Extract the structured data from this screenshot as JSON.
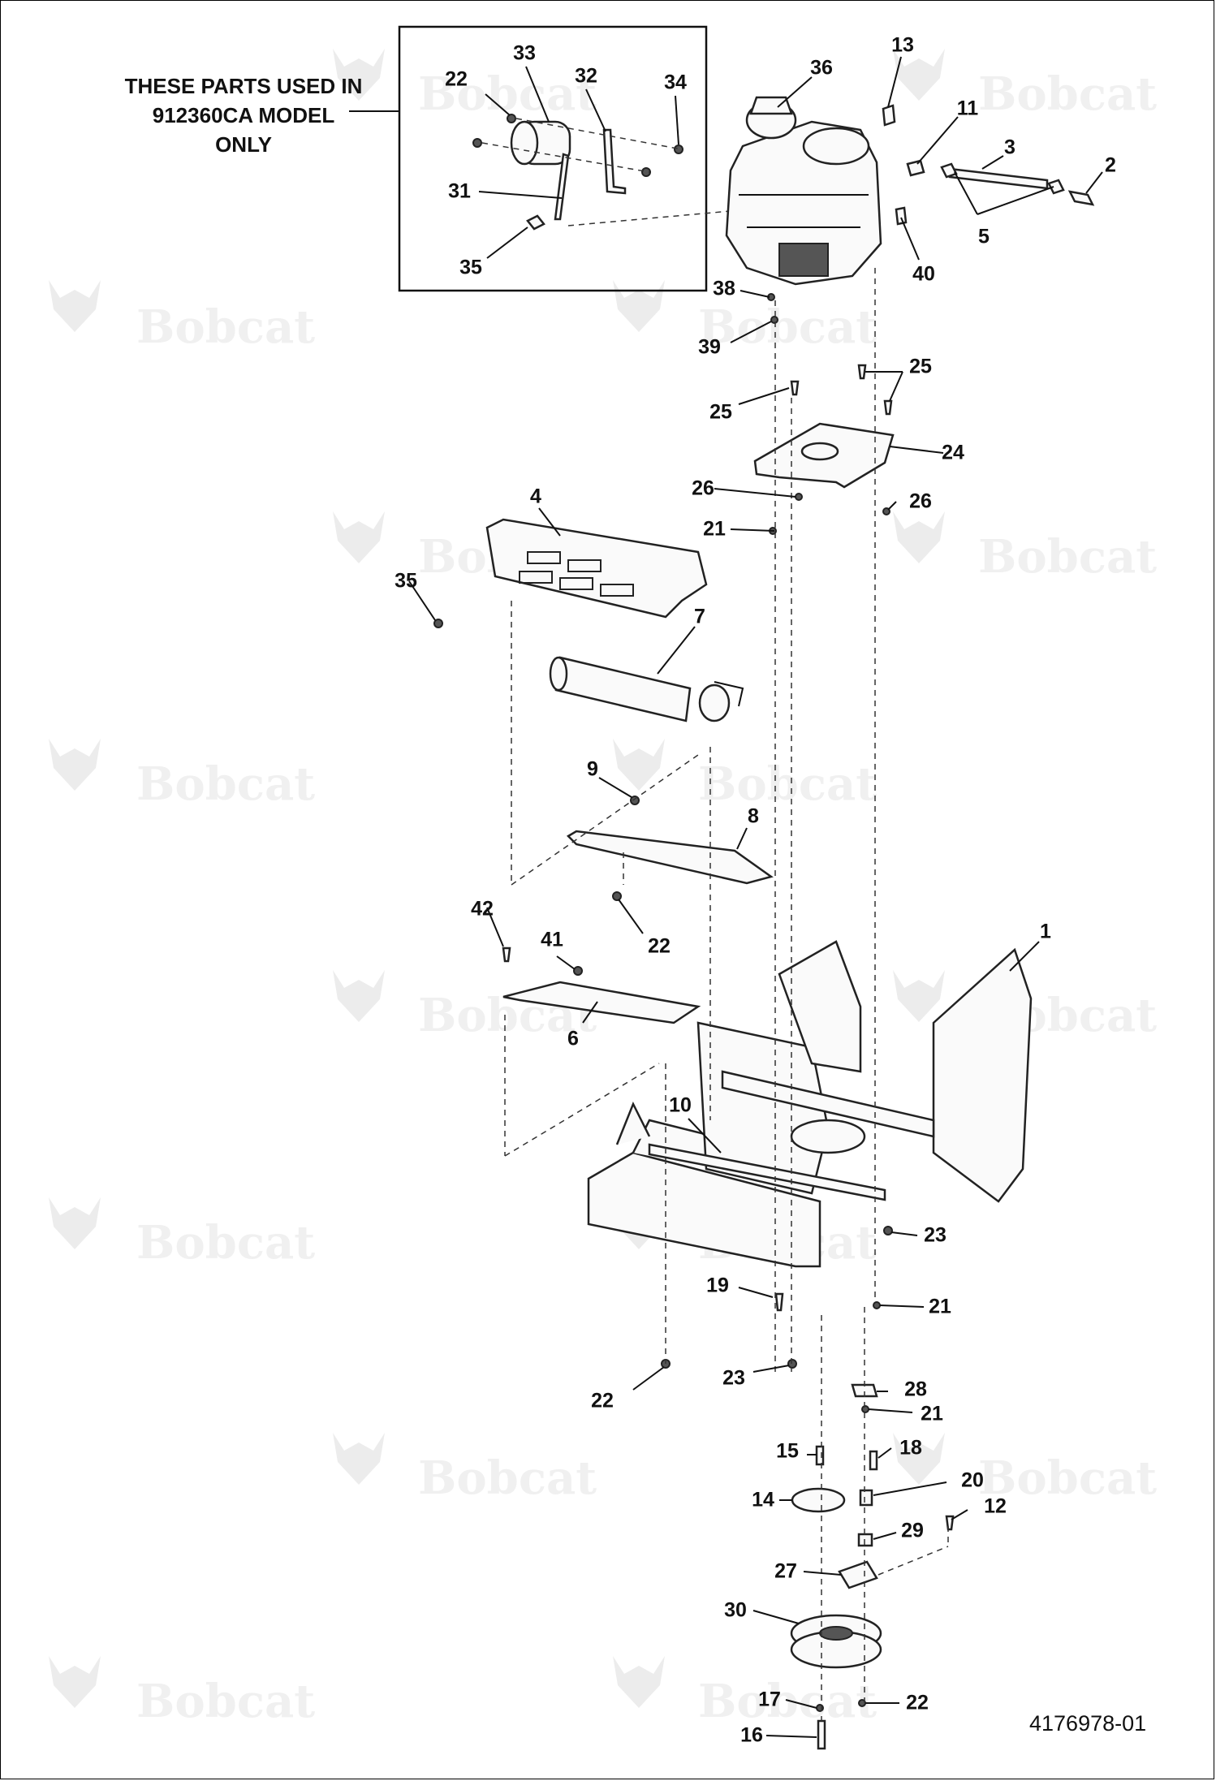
{
  "inset": {
    "note_lines": [
      "THESE PARTS USED IN",
      "912360CA MODEL",
      "ONLY"
    ]
  },
  "watermark": {
    "text": "Bobcat"
  },
  "drawing_number": "4176978-01",
  "callouts": [
    {
      "id": "c13",
      "label": "13"
    },
    {
      "id": "c36",
      "label": "36"
    },
    {
      "id": "c33",
      "label": "33"
    },
    {
      "id": "c22a",
      "label": "22"
    },
    {
      "id": "c32",
      "label": "32"
    },
    {
      "id": "c34",
      "label": "34"
    },
    {
      "id": "c11",
      "label": "11"
    },
    {
      "id": "c3",
      "label": "3"
    },
    {
      "id": "c2",
      "label": "2"
    },
    {
      "id": "c31",
      "label": "31"
    },
    {
      "id": "c5",
      "label": "5"
    },
    {
      "id": "c35a",
      "label": "35"
    },
    {
      "id": "c40",
      "label": "40"
    },
    {
      "id": "c38",
      "label": "38"
    },
    {
      "id": "c39",
      "label": "39"
    },
    {
      "id": "c25a",
      "label": "25"
    },
    {
      "id": "c25b",
      "label": "25"
    },
    {
      "id": "c24",
      "label": "24"
    },
    {
      "id": "c26a",
      "label": "26"
    },
    {
      "id": "c26b",
      "label": "26"
    },
    {
      "id": "c4",
      "label": "4"
    },
    {
      "id": "c21a",
      "label": "21"
    },
    {
      "id": "c35b",
      "label": "35"
    },
    {
      "id": "c7",
      "label": "7"
    },
    {
      "id": "c9",
      "label": "9"
    },
    {
      "id": "c8",
      "label": "8"
    },
    {
      "id": "c22b",
      "label": "22"
    },
    {
      "id": "c42",
      "label": "42"
    },
    {
      "id": "c41",
      "label": "41"
    },
    {
      "id": "c1",
      "label": "1"
    },
    {
      "id": "c6",
      "label": "6"
    },
    {
      "id": "c10",
      "label": "10"
    },
    {
      "id": "c23a",
      "label": "23"
    },
    {
      "id": "c19",
      "label": "19"
    },
    {
      "id": "c21b",
      "label": "21"
    },
    {
      "id": "c22c",
      "label": "22"
    },
    {
      "id": "c23b",
      "label": "23"
    },
    {
      "id": "c28",
      "label": "28"
    },
    {
      "id": "c21c",
      "label": "21"
    },
    {
      "id": "c15",
      "label": "15"
    },
    {
      "id": "c18",
      "label": "18"
    },
    {
      "id": "c20",
      "label": "20"
    },
    {
      "id": "c14",
      "label": "14"
    },
    {
      "id": "c12",
      "label": "12"
    },
    {
      "id": "c29",
      "label": "29"
    },
    {
      "id": "c27",
      "label": "27"
    },
    {
      "id": "c30",
      "label": "30"
    },
    {
      "id": "c17",
      "label": "17"
    },
    {
      "id": "c22d",
      "label": "22"
    },
    {
      "id": "c16",
      "label": "16"
    }
  ]
}
